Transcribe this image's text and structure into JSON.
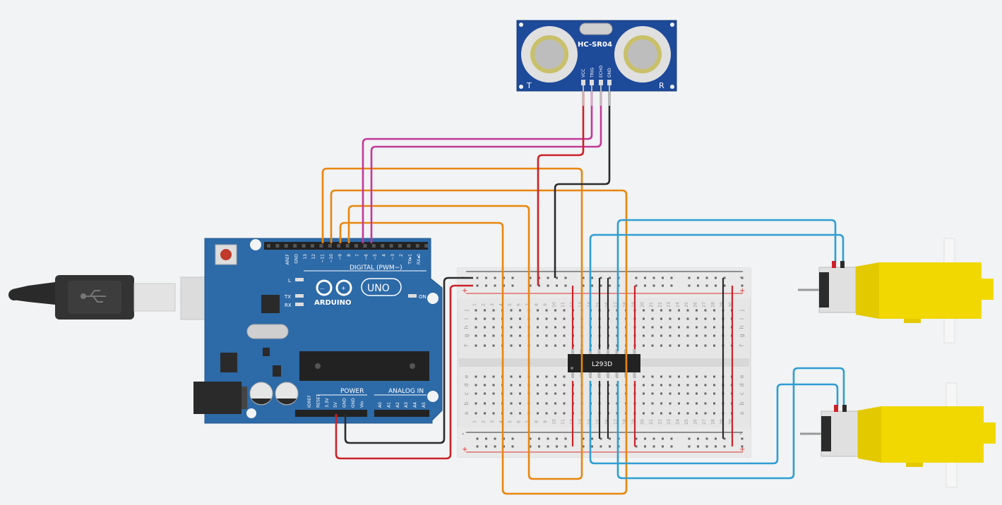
{
  "sensor": {
    "model": "HC-SR04",
    "pins": [
      "VCC",
      "TRIG",
      "ECHO",
      "GND"
    ],
    "transmitter_mark": "T",
    "receiver_mark": "R"
  },
  "arduino": {
    "brand": "ARDUINO",
    "model": "UNO",
    "digital_header_label": "DIGITAL (PWM~)",
    "digital_pins": [
      "AREF",
      "GND",
      "13",
      "12",
      "~11",
      "~10",
      "~9",
      "8",
      "7",
      "~6",
      "~5",
      "4",
      "~3",
      "2",
      "TX▸1",
      "RX◂0"
    ],
    "led_labels": [
      "L",
      "TX",
      "RX"
    ],
    "on_label": "ON",
    "power_label": "POWER",
    "power_pins": [
      "IOREF",
      "RESET",
      "3.3V",
      "5V",
      "GND",
      "GND",
      "Vin"
    ],
    "analog_label": "ANALOG IN",
    "analog_pins": [
      "A0",
      "A1",
      "A2",
      "A3",
      "A4",
      "A5"
    ]
  },
  "chip": {
    "name": "L293D"
  },
  "breadboard": {
    "top_letters": [
      "j",
      "i",
      "h",
      "g",
      "f"
    ],
    "bottom_letters": [
      "e",
      "d",
      "c",
      "b",
      "a"
    ],
    "plus": "+",
    "minus": "-",
    "column_count": 30
  },
  "colors": {
    "background": "#f1f3f4",
    "board": "#2d6aa8",
    "wire_orange": "#e8860f",
    "wire_magenta": "#c2399b",
    "wire_red": "#cc2229",
    "wire_black": "#2b2b2b",
    "wire_blue": "#2f9ed2",
    "motor": "#f1d800"
  }
}
